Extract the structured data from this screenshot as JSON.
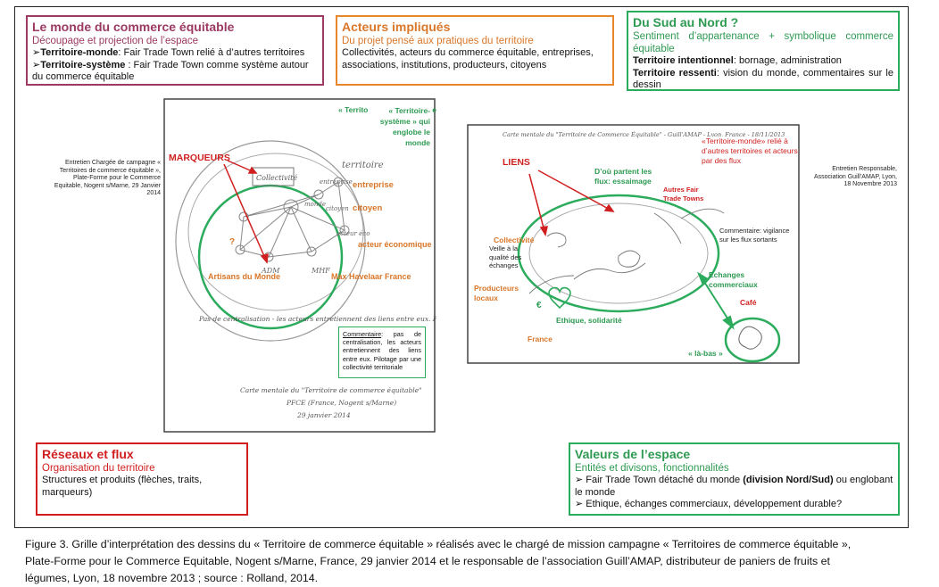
{
  "boxes": {
    "monde": {
      "title": "Le monde du commerce équitable",
      "subtitle": "Découpage et projection de l’espace",
      "line1_bold": "Territoire-monde",
      "line1_rest": ": Fair Trade Town relié à d’autres territoires",
      "line2_bold": "Territoire-système",
      "line2_rest": " : Fair Trade Town comme système autour du commerce équitable"
    },
    "acteurs": {
      "title": "Acteurs impliqués",
      "subtitle": "Du projet pensé aux pratiques du territoire",
      "body": "Collectivités, acteurs du commerce équitable, entreprises, associations, institutions, producteurs, citoyens"
    },
    "sud_nord": {
      "title": "Du Sud au Nord ?",
      "subtitle": "Sentiment d’appartenance + symbolique commerce équitable",
      "line1_bold": "Territoire intentionnel",
      "line1_rest": ": bornage, administration",
      "line2_bold": "Territoire ressenti",
      "line2_rest": ": vision du monde, commentaires sur le dessin"
    },
    "reseaux": {
      "title": "Réseaux et flux",
      "subtitle": "Organisation du territoire",
      "body": "Structures et produits (flèches, traits, marqueurs)"
    },
    "valeurs": {
      "title": "Valeurs de l’espace",
      "subtitle": "Entités et divisons, fonctionnalités",
      "bullet1_pre": "Fair Trade Town détaché du monde ",
      "bullet1_bold": "(division Nord/Sud)",
      "bullet1_post": " ou englobant le monde",
      "bullet2": "Ethique, échanges commerciaux, développement durable?"
    }
  },
  "left_drawing": {
    "interview": "Entretien Chargée de campagne « Territoires de commerce équitable », Plate-Forme pour le Commerce Equitable, Nogent s/Marne, 29 Janvier 2014",
    "territoire_systeme": "« Territoire-système » qui englobe le monde",
    "marqueurs": "MARQUEURS",
    "collectivite_hand": "Collectivité",
    "territoire_hand": "territoire",
    "entreprise": "entreprise",
    "citoyen": "citoyen",
    "acteur_eco": "acteur économique",
    "entreprise_hand": "entreprise",
    "monde_hand": "monde",
    "citoyen_hand": "citoyen",
    "acteur_hand": "acteur éco",
    "artisans": "Artisans du Monde",
    "max_havelaar": "Max Havelaar France",
    "ada_hand": "ADM",
    "mhf_hand": "MHF",
    "question_mark": "?",
    "note_hand": "Pas de centralisation - les acteurs entretiennent des liens entre eux. Pilotage collectivité territoriale.",
    "comment_label": "Commentaire",
    "comment_text": ": pas de centralisation, les acteurs entretiennent des liens entre eux. Pilotage par une collectivité territoriale",
    "sig1": "Carte mentale du \"Territoire de commerce équitable\"",
    "sig2": "PFCE (France, Nogent s/Marne)",
    "sig3": "29 janvier 2014"
  },
  "right_drawing": {
    "interview": "Entretien Responsable, Association Guill’AMAP, Lyon, 18 Novembre 2013",
    "header_hand": "Carte mentale du \"Territoire de Commerce Équitable\" - Guill'AMAP - Lyon, France - 18/11/2013",
    "territoire_monde": "«Territoire-monde» relié à d’autres territoires et acteurs par des flux",
    "liens": "LIENS",
    "flux": "D’où partent les flux: essaimage",
    "autres_ftt": "Autres Fair Trade Towns",
    "collectivite": "Collectivité",
    "veille": "Veille à la qualité des échanges",
    "commentaire_vigilance": "Commentaire: vigilance sur les flux sortants",
    "producteurs": "Producteurs locaux",
    "ethique": "Ethique, solidarité",
    "france": "France",
    "echanges": "Echanges commerciaux",
    "cafe": "Café",
    "la_bas": "« là-bas »",
    "euro": "€"
  },
  "caption": {
    "line1": "Figure 3. Grille d’interprétation des dessins du « Territoire de commerce équitable » réalisés avec  le chargé de mission campagne « Territoires de commerce équitable »,",
    "line2": "Plate-Forme pour le Commerce Equitable, Nogent s/Marne, France, 29 janvier 2014   et le responsable de l’association Guill’AMAP, distributeur de paniers de fruits et",
    "line3": "légumes, Lyon, 18 novembre 2013 ; source :  Rolland, 2014."
  },
  "colors": {
    "purple": "#9c3a62",
    "orange": "#d9772a",
    "green": "#2d9a52",
    "red": "#d11f1f"
  }
}
